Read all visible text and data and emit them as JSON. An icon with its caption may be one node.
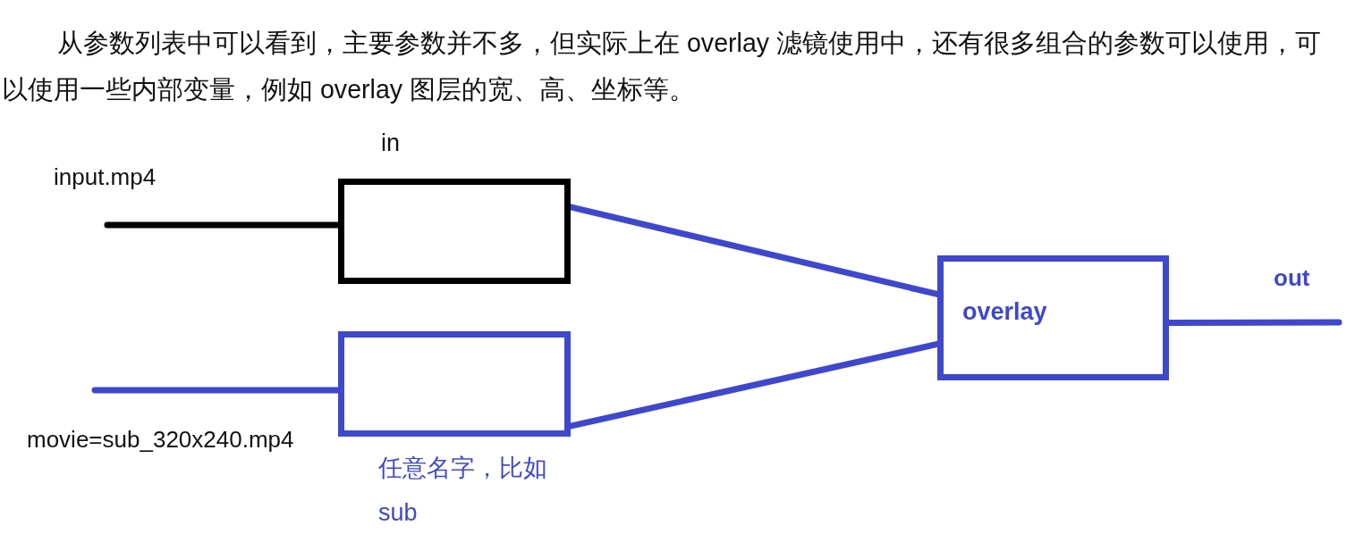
{
  "diagram": {
    "nodes": [
      {
        "text": [
          "in"
        ]
      },
      {
        "text": [],
        "shape": "box",
        "beside": [
          "任意名字，比如sub"
        ]
      },
      {
        "text": [
          "overlay"
        ]
      }
    ],
    "edges": [
      {
        "from": null,
        "to": 0,
        "arrow": "none",
        "label": "input.mp4",
        "color": "#000000"
      },
      {
        "from": null,
        "to": 1,
        "arrow": "none",
        "label": "movie=sub_320x240.mp4"
      },
      {
        "from": 0,
        "to": 2,
        "arrow": "none"
      },
      {
        "from": 1,
        "to": 2,
        "arrow": "none"
      },
      {
        "from": 2,
        "to": null,
        "arrow": "none",
        "label": "out"
      }
    ],
    "labels": [
      "从参数列表中可以看到，主要参数并不多，但实际上在 overlay 滤镜使用中，还有很多组合的参数可以使用，可以使用一些内部变量，例如 overlay 图层的宽、高、坐标等。"
    ]
  }
}
